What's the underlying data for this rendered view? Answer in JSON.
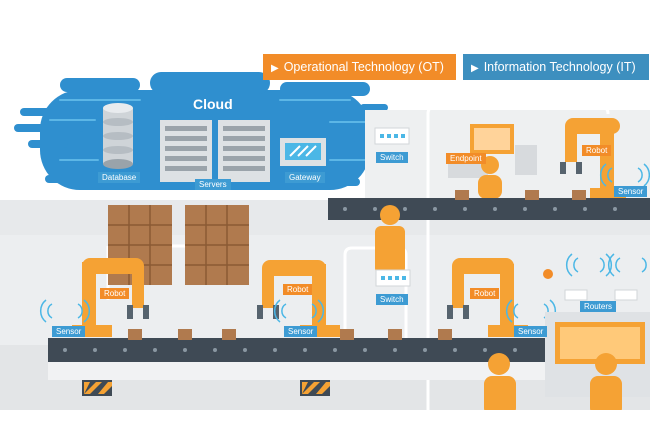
{
  "headers": {
    "ot": {
      "label": "Operational Technology (OT)",
      "color": "#f28c28"
    },
    "it": {
      "label": "Information Technology (IT)",
      "color": "#3d8fbf"
    }
  },
  "cloud": {
    "title": "Cloud",
    "color": "#2f8fcf"
  },
  "labels": {
    "database": "Database",
    "servers": "Servers",
    "gateway": "Gateway",
    "switch_top": "Switch",
    "switch_mid": "Switch",
    "endpoint": "Endpoint",
    "robot_top": "Robot",
    "sensor_top": "Sensor",
    "robot_left": "Robot",
    "robot_mid": "Robot",
    "robot_right": "Robot",
    "sensor_left": "Sensor",
    "sensor_mid": "Sensor",
    "sensor_right": "Sensor",
    "routers": "Routers"
  },
  "colors": {
    "robot": "#f5a234",
    "worker": "#f5a234",
    "belt": "#3f4a55",
    "box": "#b07a4e",
    "machine": "#e4e6e8",
    "label": "#3d9bd3"
  }
}
